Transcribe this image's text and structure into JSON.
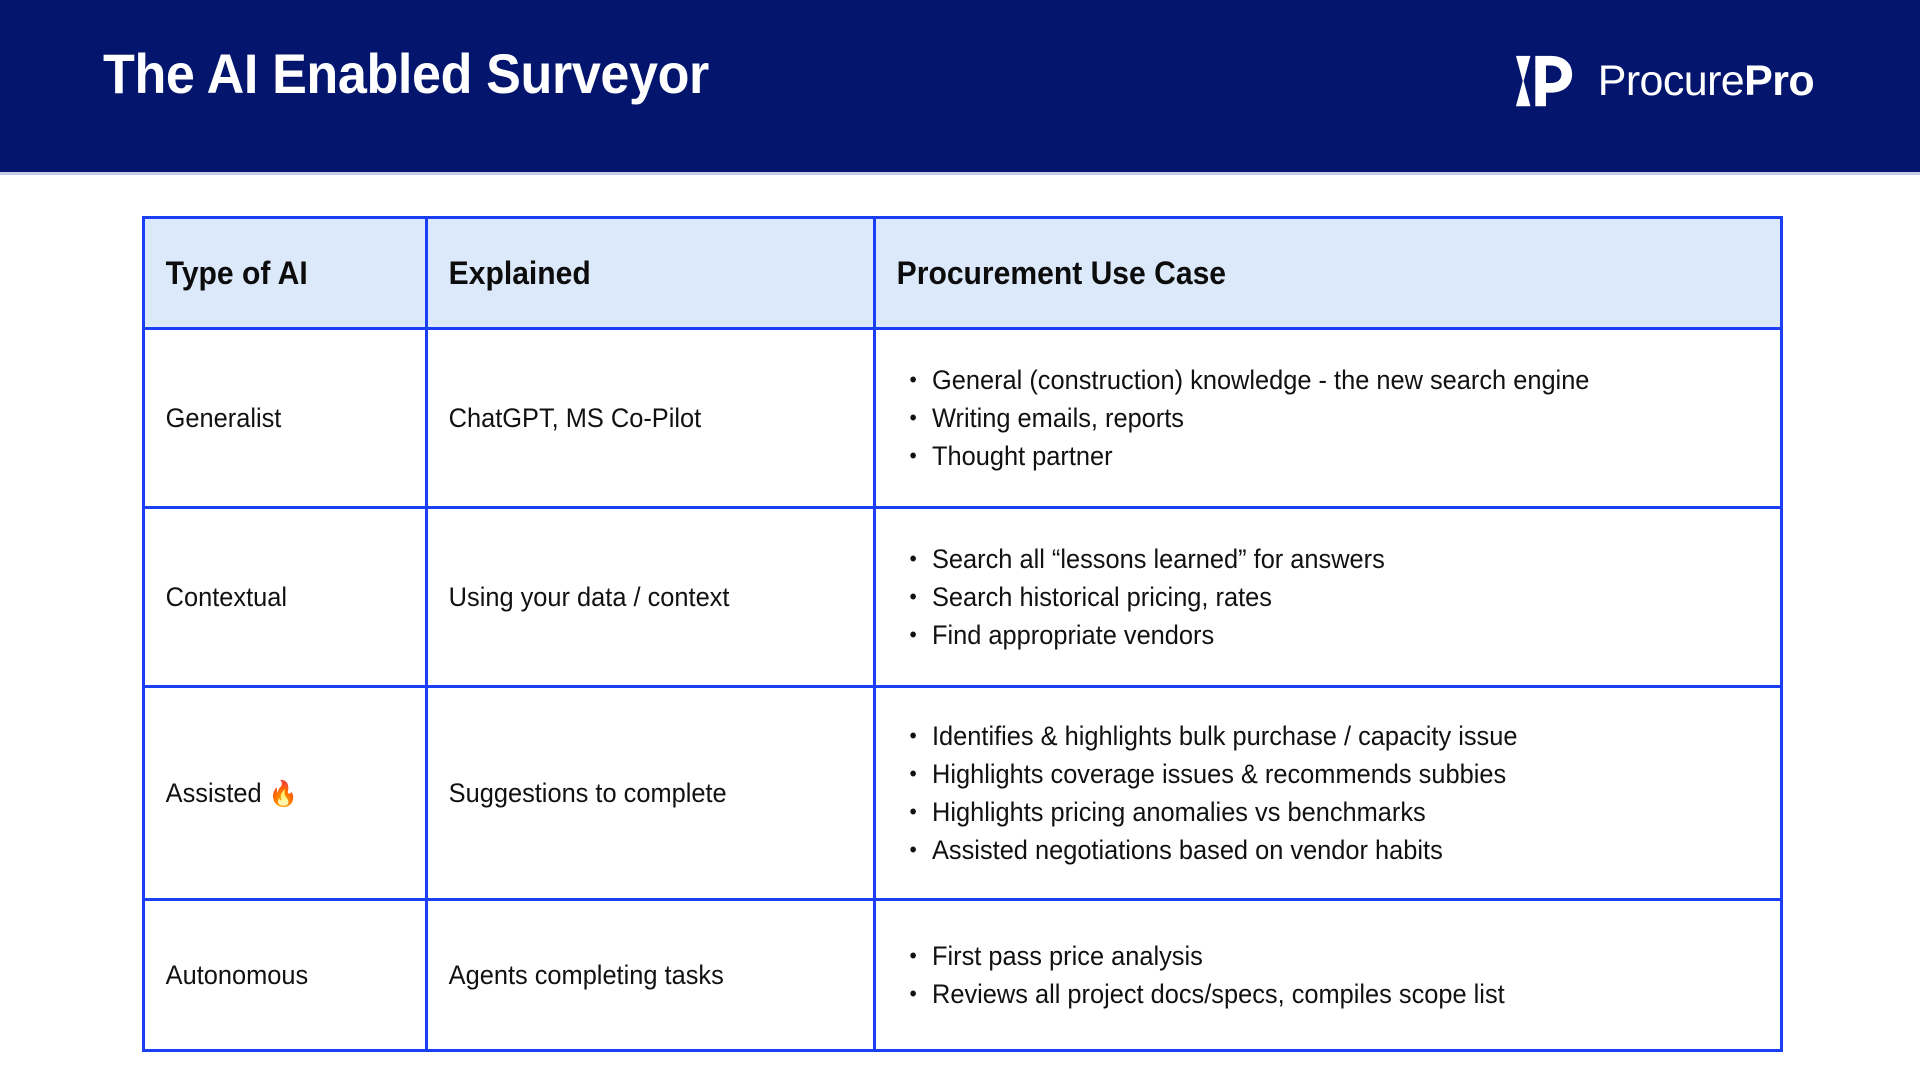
{
  "header": {
    "title": "The AI Enabled Surveyor",
    "background_color": "#04156e",
    "logo": {
      "mark_name": "procurepro-chevron-p-logo",
      "text_light": "Procure",
      "text_bold": "Pro"
    }
  },
  "table": {
    "border_color": "#1a3ff5",
    "header_background": "#dce9fb",
    "columns": [
      "Type of AI",
      "Explained",
      "Procurement Use Case"
    ],
    "rows": [
      {
        "type": "Generalist",
        "explained": "ChatGPT, MS Co-Pilot",
        "use_cases": [
          "General (construction) knowledge - the new search engine",
          "Writing emails, reports",
          "Thought partner"
        ]
      },
      {
        "type": "Contextual",
        "explained": "Using your data / context",
        "use_cases": [
          "Search all “lessons learned” for answers",
          "Search historical pricing, rates",
          "Find appropriate vendors"
        ]
      },
      {
        "type": "Assisted ",
        "type_emoji": "🔥",
        "explained": "Suggestions to complete",
        "use_cases": [
          "Identifies & highlights bulk purchase / capacity issue",
          "Highlights coverage issues & recommends subbies",
          "Highlights pricing anomalies vs benchmarks",
          "Assisted negotiations based on vendor habits"
        ]
      },
      {
        "type": "Autonomous",
        "explained": "Agents completing tasks",
        "use_cases": [
          "First pass price analysis",
          "Reviews all project docs/specs, compiles scope list"
        ]
      }
    ]
  }
}
